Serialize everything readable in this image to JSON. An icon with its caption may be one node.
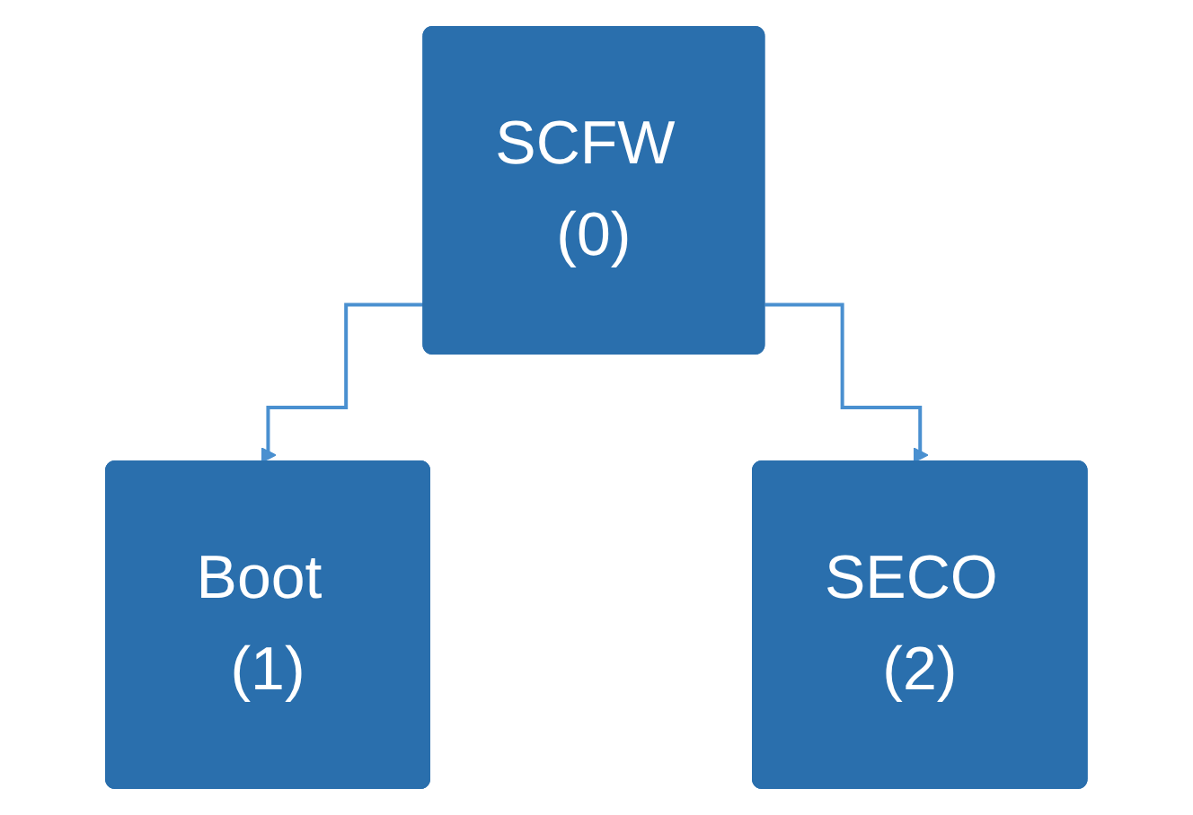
{
  "diagram": {
    "nodes": [
      {
        "text": [
          "SCFW (0)"
        ]
      },
      {
        "text": [
          "Boot (1)"
        ]
      },
      {
        "text": [
          "SECO (2)"
        ]
      }
    ],
    "edges": [
      {
        "from": 0,
        "to": 1,
        "arrow": "to"
      },
      {
        "from": 0,
        "to": 2,
        "arrow": "to"
      }
    ]
  }
}
